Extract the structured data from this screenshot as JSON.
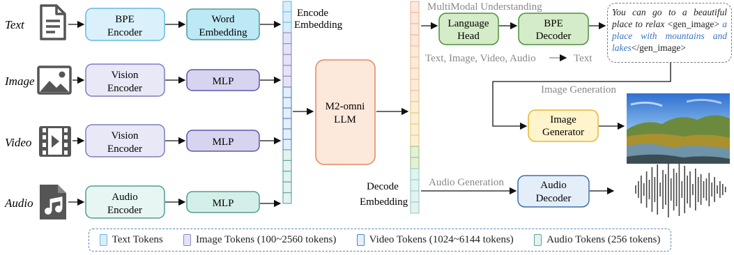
{
  "inputs": [
    {
      "label": "Text",
      "icon": "document-icon"
    },
    {
      "label": "Image",
      "icon": "image-icon"
    },
    {
      "label": "Video",
      "icon": "film-icon"
    },
    {
      "label": "Audio",
      "icon": "music-file-icon"
    }
  ],
  "encoders": {
    "text": [
      "BPE",
      "Encoder"
    ],
    "image": [
      "Vision",
      "Encoder"
    ],
    "video": [
      "Vision",
      "Encoder"
    ],
    "audio": [
      "Audio",
      "Encoder"
    ]
  },
  "projections": {
    "text": [
      "Word",
      "Embedding"
    ],
    "image": "MLP",
    "video": "MLP",
    "audio": "MLP"
  },
  "encode_embedding": [
    "Encode",
    "Embedding"
  ],
  "llm": [
    "M2-omni",
    "LLM"
  ],
  "decode_embedding": [
    "Decode",
    "Embedding"
  ],
  "understanding": {
    "title": "MultiModal Understanding",
    "language_head": [
      "Language",
      "Head"
    ],
    "bpe_decoder": [
      "BPE",
      "Decoder"
    ],
    "flow_left": "Text, Image, Video, Audio",
    "flow_right": "Text"
  },
  "bubble": {
    "part1": "You can go to a beautiful place to relax",
    "tag_open": "<gen_image>",
    "part2": "a place with mountains and lakes",
    "tag_close": "</gen_image>"
  },
  "image_generation": {
    "title": "Image Generation",
    "generator": [
      "Image",
      "Generator"
    ]
  },
  "audio_generation": {
    "title": "Audio Generation",
    "decoder": [
      "Audio",
      "Decoder"
    ]
  },
  "legend": [
    {
      "label": "Text Tokens",
      "color": "#d9eefa",
      "border": "#6fb7e0"
    },
    {
      "label": "Image Tokens (100~2560 tokens)",
      "color": "#e4e3f6",
      "border": "#8c88c6"
    },
    {
      "label": "Video Tokens (1024~6144 tokens)",
      "color": "#e5effa",
      "border": "#4f84c4"
    },
    {
      "label": "Audio Tokens (256 tokens)",
      "color": "#e3f3f0",
      "border": "#5fa39a"
    }
  ],
  "colors": {
    "text_box": "#daf1fb",
    "text_border": "#62b8e3",
    "word_emb": "#bde8f6",
    "vision_box": "#e9e8f7",
    "vision_border": "#7d7ac4",
    "mlp_fill": "#d6d4ef",
    "mlp_border": "#5a57a8",
    "audio_box": "#e8f6f3",
    "audio_border": "#4e9b92",
    "llm_fill": "#fde8dc",
    "llm_border": "#e0875c",
    "green_fill": "#d5ecc8",
    "green_border": "#4b8f3c",
    "gen_fill": "#fff4cc",
    "gen_border": "#e6b82e",
    "audio_dec_fill": "#e4eef9",
    "audio_dec_border": "#3c6fb0"
  }
}
